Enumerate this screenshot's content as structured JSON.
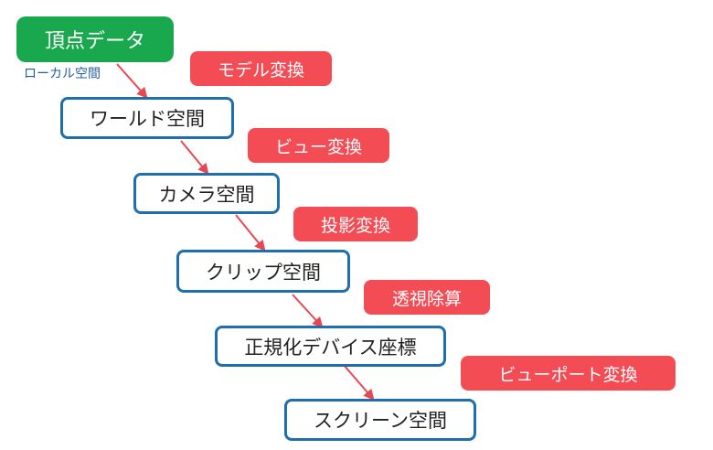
{
  "source": {
    "label": "頂点データ",
    "space_label": "ローカル空間"
  },
  "spaces": [
    {
      "label": "ワールド空間"
    },
    {
      "label": "カメラ空間"
    },
    {
      "label": "クリップ空間"
    },
    {
      "label": "正規化デバイス座標"
    },
    {
      "label": "スクリーン空間"
    }
  ],
  "transforms": [
    {
      "label": "モデル変換"
    },
    {
      "label": "ビュー変換"
    },
    {
      "label": "投影変換"
    },
    {
      "label": "透視除算"
    },
    {
      "label": "ビューポート変換"
    }
  ],
  "colors": {
    "source_fill": "#1aa84f",
    "space_border": "#1f6fae",
    "transform_fill": "#f34c55",
    "arrow": "#e8474f",
    "local_label": "#1f5f9e"
  }
}
